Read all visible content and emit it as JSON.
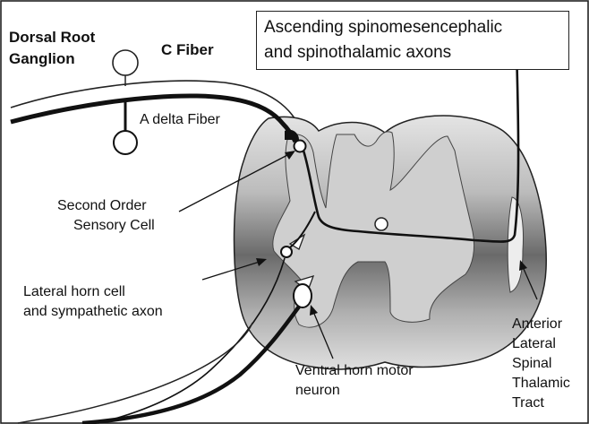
{
  "box_text": {
    "line1": "Ascending spinomesencephalic",
    "line2": "and spinothalamic axons"
  },
  "labels": {
    "drg_line1": "Dorsal Root",
    "drg_line2": "Ganglion",
    "c_fiber": "C Fiber",
    "a_delta": "A delta Fiber",
    "second_order_line1": "Second Order",
    "second_order_line2": "Sensory Cell",
    "lateral_horn_line1": "Lateral horn cell",
    "lateral_horn_line2": "and sympathetic axon",
    "ventral_line1": "Ventral horn motor",
    "ventral_line2": "neuron",
    "tract_line1": "Anterior",
    "tract_line2": "Lateral",
    "tract_line3": "Spinal",
    "tract_line4": "Thalamic",
    "tract_line5": "Tract"
  }
}
